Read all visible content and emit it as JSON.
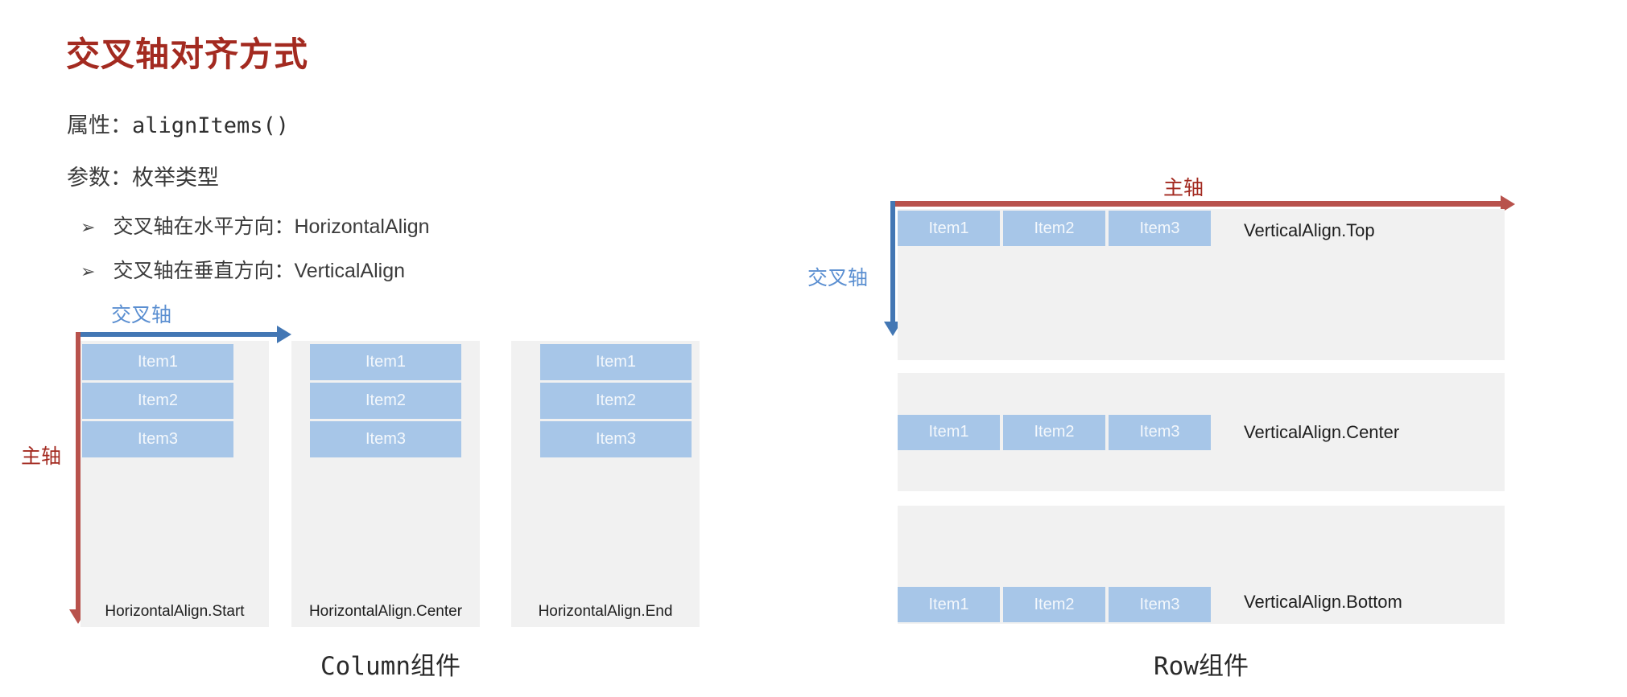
{
  "title": {
    "text": "交叉轴对齐方式"
  },
  "intro": {
    "property_label": "属性：",
    "property_code": "alignItems()",
    "param_label": "参数：",
    "param_value": "枚举类型",
    "bullets": [
      {
        "glyph": "➢",
        "text": "交叉轴在水平方向：HorizontalAlign"
      },
      {
        "glyph": "➢",
        "text": "交叉轴在垂直方向：VerticalAlign"
      }
    ]
  },
  "column_diagram": {
    "cross_axis_label": "交叉轴",
    "main_axis_label": "主轴",
    "items": [
      "Item1",
      "Item2",
      "Item3"
    ],
    "panels": [
      {
        "label": "HorizontalAlign.Start"
      },
      {
        "label": "HorizontalAlign.Center"
      },
      {
        "label": "HorizontalAlign.End"
      }
    ],
    "caption_code": "Column",
    "caption_cjk": "组件"
  },
  "row_diagram": {
    "main_axis_label": "主轴",
    "cross_axis_label": "交叉轴",
    "items": [
      "Item1",
      "Item2",
      "Item3"
    ],
    "panels": [
      {
        "label": "VerticalAlign.Top"
      },
      {
        "label": "VerticalAlign.Center"
      },
      {
        "label": "VerticalAlign.Bottom"
      }
    ],
    "caption_code": "Row",
    "caption_cjk": "组件"
  },
  "colors": {
    "title_red": "#A32A20",
    "arrow_red": "#B8524C",
    "arrow_blue": "#4377B4",
    "cross_axis_text_blue": "#5B8FD1",
    "main_axis_text_red": "#A32A20",
    "item_blue": "#A7C6E8",
    "panel_gray": "#F1F1F1",
    "body_text": "#3B3B3B"
  }
}
